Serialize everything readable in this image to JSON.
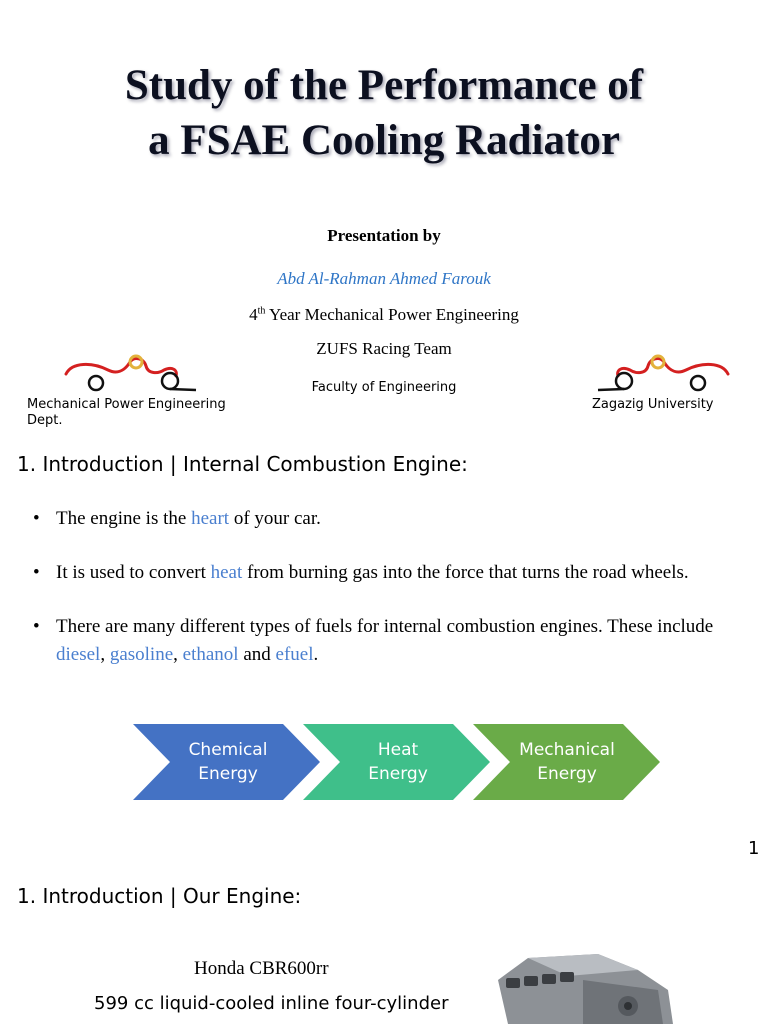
{
  "slide1": {
    "title_line1": "Study of the Performance of",
    "title_line2": "a FSAE Cooling Radiator",
    "presentation_by": "Presentation by",
    "author": "Abd Al-Rahman Ahmed Farouk",
    "year_number": "4",
    "year_suffix": "th",
    "year_rest": " Year Mechanical Power Engineering",
    "team": "ZUFS  Racing Team",
    "faculty": "Faculty of Engineering",
    "left_logo_label": "Mechanical Power Engineering Dept.",
    "right_logo_label": "Zagazig University",
    "section_heading": "1. Introduction | Internal Combustion Engine:",
    "bullets": [
      {
        "pre": "The engine is the ",
        "hl": "heart",
        "post": " of your car."
      },
      {
        "pre": "It is used to convert ",
        "hl": "heat",
        "post": " from burning gas into the force that turns the road wheels."
      },
      {
        "pre": "There are many different types of fuels for internal combustion engines. These include ",
        "hl1": "diesel",
        "sep1": ", ",
        "hl2": "gasoline",
        "sep2": ", ",
        "hl3": "ethanol",
        "sep3": " and ",
        "hl4": "efuel",
        "end": "."
      }
    ],
    "flow": [
      {
        "line1": "Chemical",
        "line2": "Energy",
        "color": "#4472c4"
      },
      {
        "line1": "Heat",
        "line2": "Energy",
        "color": "#3fbf8a"
      },
      {
        "line1": "Mechanical",
        "line2": "Energy",
        "color": "#6aab48"
      }
    ],
    "page_number": "1"
  },
  "slide2": {
    "section_heading": "1. Introduction | Our Engine:",
    "engine_name": "Honda CBR600rr",
    "engine_desc": "599 cc liquid-cooled inline four-cylinder"
  },
  "colors": {
    "highlight": "#4a7fcf",
    "author": "#2e75c6",
    "logo_red": "#d42020",
    "logo_gold": "#e3b23c"
  }
}
